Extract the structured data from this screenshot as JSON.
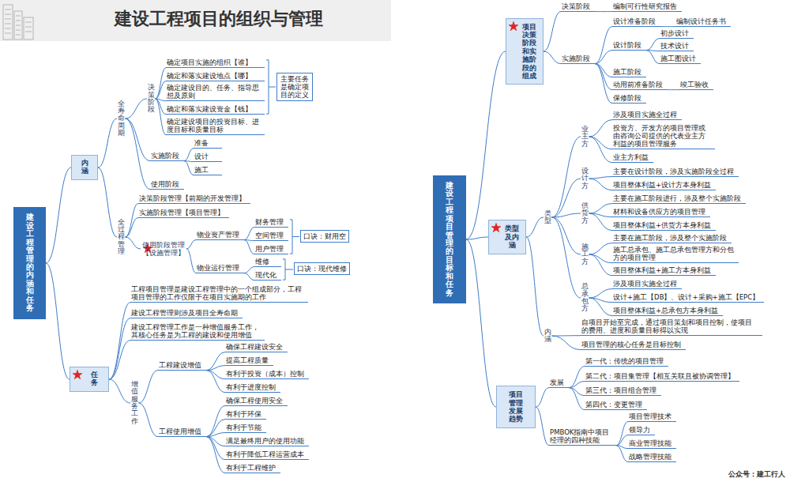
{
  "diagram": {
    "title": "建设工程项目的组织与管理",
    "nodes": [
      {
        "text": [
          "建设工程管理的内涵和任务"
        ]
      },
      {
        "text": [
          "内涵"
        ]
      },
      {
        "text": [
          "全寿命周期"
        ]
      },
      {
        "text": [
          "决策阶段"
        ]
      },
      {
        "text": [
          "确定项目实施的组织【谁】"
        ]
      },
      {
        "text": [
          "确定和落实建设地点【哪】"
        ]
      },
      {
        "text": [
          "确定建设目的、任务、指导思想及原则"
        ]
      },
      {
        "text": [
          "确定和落实建设资金【钱】"
        ]
      },
      {
        "text": [
          "确定建设项目的投资目标、进度目标和质量目标"
        ]
      },
      {
        "text": [
          "主要任务是确定项目的定义"
        ]
      },
      {
        "text": [
          "实施阶段"
        ]
      },
      {
        "text": [
          "准备"
        ]
      },
      {
        "text": [
          "设计"
        ]
      },
      {
        "text": [
          "施工"
        ]
      },
      {
        "text": [
          "使用阶段"
        ]
      },
      {
        "text": [
          "全过程管理"
        ]
      },
      {
        "text": [
          "决策阶段管理【前期的开发管理】"
        ]
      },
      {
        "text": [
          "实施阶段管理【项目管理】"
        ]
      },
      {
        "text": [
          "使用阶段管理【设施管理】"
        ]
      },
      {
        "text": [
          "物业资产管理"
        ]
      },
      {
        "text": [
          "财务管理"
        ]
      },
      {
        "text": [
          "空间管理"
        ]
      },
      {
        "text": [
          "用户管理"
        ]
      },
      {
        "text": [
          "口诀：财用空"
        ]
      },
      {
        "text": [
          "物业运行管理"
        ]
      },
      {
        "text": [
          "维修"
        ]
      },
      {
        "text": [
          "现代化"
        ]
      },
      {
        "text": [
          "口诀：现代维修"
        ]
      },
      {
        "text": [
          "任务"
        ]
      },
      {
        "text": [
          "工程项目管理是建设工程管理中的一个组成部分，工程项目管理的工作仅限于在项目实施期的工作"
        ]
      },
      {
        "text": [
          "建设工程管理则涉及项目全寿命期"
        ]
      },
      {
        "text": [
          "建设工程管理工作是一种增值服务工作，其核心任务是为工程的建设和使用增值"
        ]
      },
      {
        "text": [
          "增值服务工作"
        ]
      },
      {
        "text": [
          "工程建设增值"
        ]
      },
      {
        "text": [
          "确保工程建设安全"
        ]
      },
      {
        "text": [
          "提高工程质量"
        ]
      },
      {
        "text": [
          "有利于投资（成本）控制"
        ]
      },
      {
        "text": [
          "有利于进度控制"
        ]
      },
      {
        "text": [
          "工程使用增值"
        ]
      },
      {
        "text": [
          "确保工程使用安全"
        ]
      },
      {
        "text": [
          "有利于环保"
        ]
      },
      {
        "text": [
          "有利于节能"
        ]
      },
      {
        "text": [
          "满足最终用户的使用功能"
        ]
      },
      {
        "text": [
          "有利于降低工程运营成本"
        ]
      },
      {
        "text": [
          "有利于工程维护"
        ]
      },
      {
        "text": [
          "建设工程项目管理的目标和任务"
        ]
      },
      {
        "text": [
          "项目决策阶段和实施阶段的组成"
        ]
      },
      {
        "text": [
          "决策阶段"
        ]
      },
      {
        "text": [
          "编制可行性研究报告"
        ]
      },
      {
        "text": [
          "实施阶段"
        ]
      },
      {
        "text": [
          "设计准备阶段"
        ]
      },
      {
        "text": [
          "编制设计任务书"
        ]
      },
      {
        "text": [
          "设计阶段"
        ]
      },
      {
        "text": [
          "初步设计"
        ]
      },
      {
        "text": [
          "技术设计"
        ]
      },
      {
        "text": [
          "施工图设计"
        ]
      },
      {
        "text": [
          "施工阶段"
        ]
      },
      {
        "text": [
          "动用前准备阶段"
        ]
      },
      {
        "text": [
          "竣工验收"
        ]
      },
      {
        "text": [
          "保修阶段"
        ]
      },
      {
        "text": [
          "类型及内涵"
        ]
      },
      {
        "text": [
          "类型"
        ]
      },
      {
        "text": [
          "业主方"
        ]
      },
      {
        "text": [
          "涉及项目实施全过程"
        ]
      },
      {
        "text": [
          "投资方、开发方的项目管理或由咨询公司提供的代表业主方利益的项目管理服务"
        ]
      },
      {
        "text": [
          "业主方利益"
        ]
      },
      {
        "text": [
          "设计方"
        ]
      },
      {
        "text": [
          "主要在设计阶段，涉及实施阶段全过程"
        ]
      },
      {
        "text": [
          "项目整体利益+设计方本身利益"
        ]
      },
      {
        "text": [
          "供货方"
        ]
      },
      {
        "text": [
          "主要在施工阶段进行，涉及整个实施阶段"
        ]
      },
      {
        "text": [
          "材料和设备供应方的项目管理"
        ]
      },
      {
        "text": [
          "项目整体利益+供货方本身利益"
        ]
      },
      {
        "text": [
          "施工方"
        ]
      },
      {
        "text": [
          "主要在施工阶段，涉及整个实施阶段"
        ]
      },
      {
        "text": [
          "施工总承包、施工总承包管理方和分包方的项目管理"
        ]
      },
      {
        "text": [
          "项目整体利益+施工方本身利益"
        ]
      },
      {
        "text": [
          "总承包方"
        ]
      },
      {
        "text": [
          "涉及项目实施全过程"
        ]
      },
      {
        "text": [
          "设计+施工【DB】、设计+采购+施工【EPC】"
        ]
      },
      {
        "text": [
          "项目整体利益+总承包方本身利益"
        ]
      },
      {
        "text": [
          "内涵"
        ]
      },
      {
        "text": [
          "自项目开始至完成，通过项目策划和项目控制，使项目的费用、进度和质量目标得以实现"
        ]
      },
      {
        "text": [
          "项目管理的核心任务是目标控制"
        ]
      },
      {
        "text": [
          "项目管理发展趋势"
        ]
      },
      {
        "text": [
          "发展"
        ]
      },
      {
        "text": [
          "第一代：传统的项目管理"
        ]
      },
      {
        "text": [
          "第二代：项目集管理【相互关联且被协调管理】"
        ]
      },
      {
        "text": [
          "第三代：项目组合管理"
        ]
      },
      {
        "text": [
          "第四代：变更管理"
        ]
      },
      {
        "text": [
          "PMBOK指南中项目经理的四种技能"
        ]
      },
      {
        "text": [
          "项目管理技术"
        ]
      },
      {
        "text": [
          "领导力"
        ]
      },
      {
        "text": [
          "商业管理技能"
        ]
      },
      {
        "text": [
          "战略管理技能"
        ]
      }
    ],
    "edges": [
      {
        "from": 0,
        "to": 1,
        "arrow": "none"
      },
      {
        "from": 0,
        "to": 28,
        "arrow": "none"
      },
      {
        "from": 1,
        "to": 2,
        "arrow": "none"
      },
      {
        "from": 1,
        "to": 15,
        "arrow": "none"
      },
      {
        "from": 2,
        "to": 3,
        "arrow": "none"
      },
      {
        "from": 2,
        "to": 10,
        "arrow": "none"
      },
      {
        "from": 2,
        "to": 14,
        "arrow": "none"
      },
      {
        "from": 3,
        "to": 4,
        "arrow": "none"
      },
      {
        "from": 3,
        "to": 5,
        "arrow": "none"
      },
      {
        "from": 3,
        "to": 6,
        "arrow": "none"
      },
      {
        "from": 3,
        "to": 7,
        "arrow": "none"
      },
      {
        "from": 3,
        "to": 8,
        "arrow": "none"
      },
      {
        "from": 10,
        "to": 11,
        "arrow": "none"
      },
      {
        "from": 10,
        "to": 12,
        "arrow": "none"
      },
      {
        "from": 10,
        "to": 13,
        "arrow": "none"
      },
      {
        "from": 15,
        "to": 16,
        "arrow": "none"
      },
      {
        "from": 15,
        "to": 17,
        "arrow": "none"
      },
      {
        "from": 15,
        "to": 18,
        "arrow": "none"
      },
      {
        "from": 18,
        "to": 19,
        "arrow": "none"
      },
      {
        "from": 18,
        "to": 24,
        "arrow": "none"
      },
      {
        "from": 19,
        "to": 20,
        "arrow": "none"
      },
      {
        "from": 19,
        "to": 21,
        "arrow": "none"
      },
      {
        "from": 19,
        "to": 22,
        "arrow": "none"
      },
      {
        "from": 24,
        "to": 25,
        "arrow": "none"
      },
      {
        "from": 24,
        "to": 26,
        "arrow": "none"
      },
      {
        "from": 28,
        "to": 29,
        "arrow": "none"
      },
      {
        "from": 28,
        "to": 30,
        "arrow": "none"
      },
      {
        "from": 28,
        "to": 31,
        "arrow": "none"
      },
      {
        "from": 28,
        "to": 32,
        "arrow": "none"
      },
      {
        "from": 32,
        "to": 33,
        "arrow": "none"
      },
      {
        "from": 32,
        "to": 38,
        "arrow": "none"
      },
      {
        "from": 33,
        "to": 34,
        "arrow": "none"
      },
      {
        "from": 33,
        "to": 35,
        "arrow": "none"
      },
      {
        "from": 33,
        "to": 36,
        "arrow": "none"
      },
      {
        "from": 33,
        "to": 37,
        "arrow": "none"
      },
      {
        "from": 38,
        "to": 39,
        "arrow": "none"
      },
      {
        "from": 38,
        "to": 40,
        "arrow": "none"
      },
      {
        "from": 38,
        "to": 41,
        "arrow": "none"
      },
      {
        "from": 38,
        "to": 42,
        "arrow": "none"
      },
      {
        "from": 38,
        "to": 43,
        "arrow": "none"
      },
      {
        "from": 38,
        "to": 44,
        "arrow": "none"
      },
      {
        "from": 45,
        "to": 46,
        "arrow": "none"
      },
      {
        "from": 45,
        "to": 60,
        "arrow": "none"
      },
      {
        "from": 45,
        "to": 84,
        "arrow": "none"
      },
      {
        "from": 46,
        "to": 47,
        "arrow": "none"
      },
      {
        "from": 46,
        "to": 49,
        "arrow": "none"
      },
      {
        "from": 47,
        "to": 48,
        "arrow": "none"
      },
      {
        "from": 49,
        "to": 50,
        "arrow": "none"
      },
      {
        "from": 49,
        "to": 52,
        "arrow": "none"
      },
      {
        "from": 49,
        "to": 56,
        "arrow": "none"
      },
      {
        "from": 49,
        "to": 57,
        "arrow": "none"
      },
      {
        "from": 49,
        "to": 59,
        "arrow": "none"
      },
      {
        "from": 50,
        "to": 51,
        "arrow": "none"
      },
      {
        "from": 52,
        "to": 53,
        "arrow": "none"
      },
      {
        "from": 52,
        "to": 54,
        "arrow": "none"
      },
      {
        "from": 52,
        "to": 55,
        "arrow": "none"
      },
      {
        "from": 57,
        "to": 58,
        "arrow": "none"
      },
      {
        "from": 60,
        "to": 61,
        "arrow": "none"
      },
      {
        "from": 60,
        "to": 81,
        "arrow": "none"
      },
      {
        "from": 61,
        "to": 62,
        "arrow": "none"
      },
      {
        "from": 61,
        "to": 66,
        "arrow": "none"
      },
      {
        "from": 61,
        "to": 69,
        "arrow": "none"
      },
      {
        "from": 61,
        "to": 73,
        "arrow": "none"
      },
      {
        "from": 61,
        "to": 77,
        "arrow": "none"
      },
      {
        "from": 62,
        "to": 63,
        "arrow": "none"
      },
      {
        "from": 62,
        "to": 64,
        "arrow": "none"
      },
      {
        "from": 62,
        "to": 65,
        "arrow": "none"
      },
      {
        "from": 66,
        "to": 67,
        "arrow": "none"
      },
      {
        "from": 66,
        "to": 68,
        "arrow": "none"
      },
      {
        "from": 69,
        "to": 70,
        "arrow": "none"
      },
      {
        "from": 69,
        "to": 71,
        "arrow": "none"
      },
      {
        "from": 69,
        "to": 72,
        "arrow": "none"
      },
      {
        "from": 73,
        "to": 74,
        "arrow": "none"
      },
      {
        "from": 73,
        "to": 75,
        "arrow": "none"
      },
      {
        "from": 73,
        "to": 76,
        "arrow": "none"
      },
      {
        "from": 77,
        "to": 78,
        "arrow": "none"
      },
      {
        "from": 77,
        "to": 79,
        "arrow": "none"
      },
      {
        "from": 77,
        "to": 80,
        "arrow": "none"
      },
      {
        "from": 81,
        "to": 82,
        "arrow": "none"
      },
      {
        "from": 81,
        "to": 83,
        "arrow": "none"
      },
      {
        "from": 84,
        "to": 85,
        "arrow": "none"
      },
      {
        "from": 84,
        "to": 90,
        "arrow": "none"
      },
      {
        "from": 85,
        "to": 86,
        "arrow": "none"
      },
      {
        "from": 85,
        "to": 87,
        "arrow": "none"
      },
      {
        "from": 85,
        "to": 88,
        "arrow": "none"
      },
      {
        "from": 85,
        "to": 89,
        "arrow": "none"
      },
      {
        "from": 90,
        "to": 91,
        "arrow": "none"
      },
      {
        "from": 90,
        "to": 92,
        "arrow": "none"
      },
      {
        "from": 90,
        "to": 93,
        "arrow": "none"
      },
      {
        "from": 90,
        "to": 94,
        "arrow": "none"
      }
    ],
    "labels": [
      "公众号：建工行人"
    ]
  }
}
